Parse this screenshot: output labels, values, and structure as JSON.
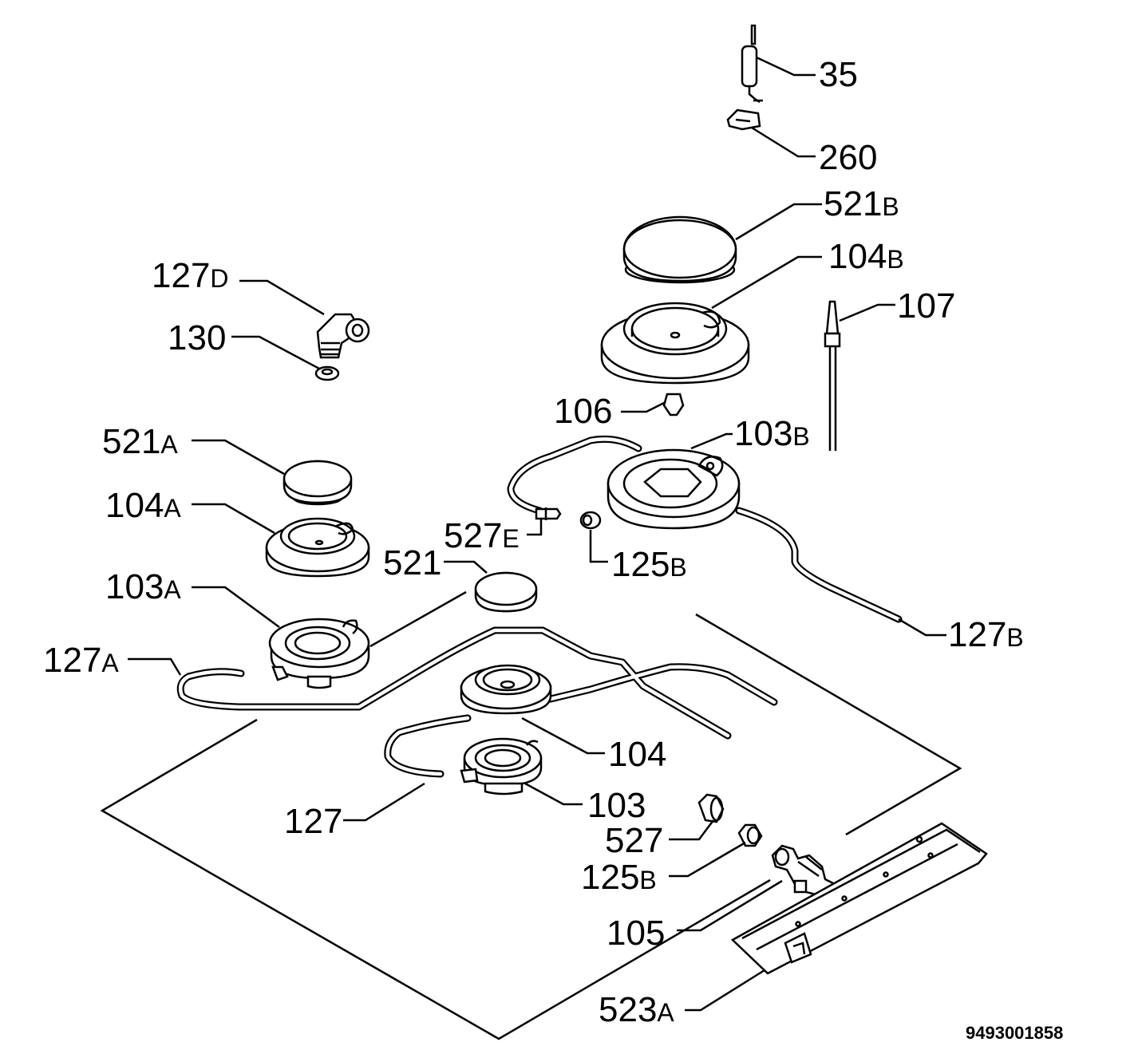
{
  "labels": {
    "l35": "35",
    "l260": "260",
    "l521b": {
      "num": "521",
      "suf": "B"
    },
    "l104b": {
      "num": "104",
      "suf": "B"
    },
    "l107": "107",
    "l127d": {
      "num": "127",
      "suf": "D"
    },
    "l130": "130",
    "l106": "106",
    "l103b": {
      "num": "103",
      "suf": "B"
    },
    "l521a": {
      "num": "521",
      "suf": "A"
    },
    "l104a": {
      "num": "104",
      "suf": "A"
    },
    "l527e": {
      "num": "527",
      "suf": "E"
    },
    "l125b_top": {
      "num": "125",
      "suf": "B"
    },
    "l521": "521",
    "l103a": {
      "num": "103",
      "suf": "A"
    },
    "l127b": {
      "num": "127",
      "suf": "B"
    },
    "l127a": {
      "num": "127",
      "suf": "A"
    },
    "l104": "104",
    "l103": "103",
    "l127": "127",
    "l527": "527",
    "l125b_bot": {
      "num": "125",
      "suf": "B"
    },
    "l105": "105",
    "l523a": {
      "num": "523",
      "suf": "A"
    }
  },
  "drawing_code": "9493001858"
}
